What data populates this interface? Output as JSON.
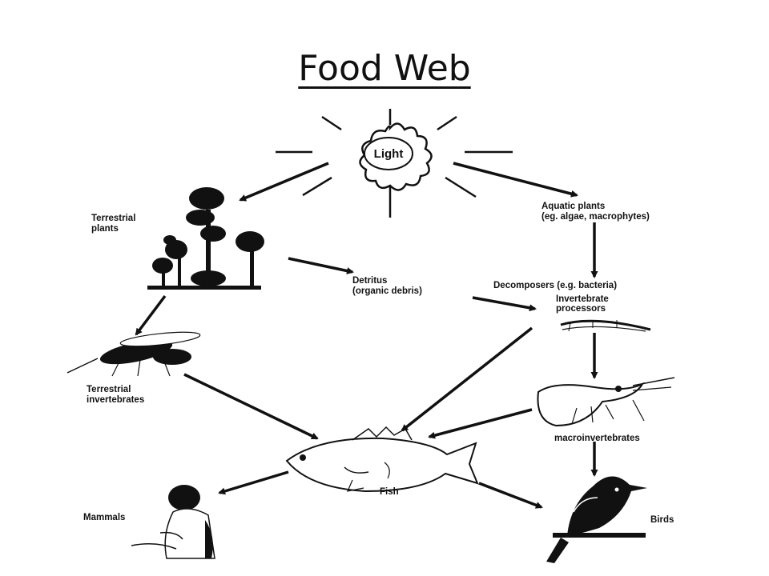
{
  "title": "Food Web",
  "nodes": {
    "light": "Light",
    "terrestrial_plants": [
      "Terrestrial",
      "plants"
    ],
    "aquatic_plants": [
      "Aquatic plants",
      "(eg. algae, macrophytes)"
    ],
    "detritus": [
      "Detritus",
      "(organic debris)"
    ],
    "decomposers": "Decomposers (e.g. bacteria)",
    "invertebrate_processors": [
      "Invertebrate",
      "processors"
    ],
    "terrestrial_invertebrates": [
      "Terrestrial",
      "invertebrates"
    ],
    "macroinvertebrates": "macroinvertebrates",
    "fish": "Fish",
    "mammals": "Mammals",
    "birds": "Birds"
  },
  "links": [
    [
      "light",
      "terrestrial_plants"
    ],
    [
      "light",
      "aquatic_plants"
    ],
    [
      "aquatic_plants",
      "decomposers"
    ],
    [
      "terrestrial_plants",
      "detritus"
    ],
    [
      "detritus",
      "invertebrate_processors"
    ],
    [
      "terrestrial_plants",
      "terrestrial_invertebrates"
    ],
    [
      "terrestrial_invertebrates",
      "fish"
    ],
    [
      "invertebrate_processors",
      "fish"
    ],
    [
      "invertebrate_processors",
      "macroinvertebrates"
    ],
    [
      "macroinvertebrates",
      "fish"
    ],
    [
      "macroinvertebrates",
      "birds"
    ],
    [
      "fish",
      "mammals"
    ],
    [
      "fish",
      "birds"
    ]
  ],
  "icons": [
    "sun-icon",
    "trees-icon",
    "wasp-icon",
    "shrimp-icon",
    "larva-icon",
    "fish-icon",
    "person-icon",
    "bird-icon"
  ]
}
